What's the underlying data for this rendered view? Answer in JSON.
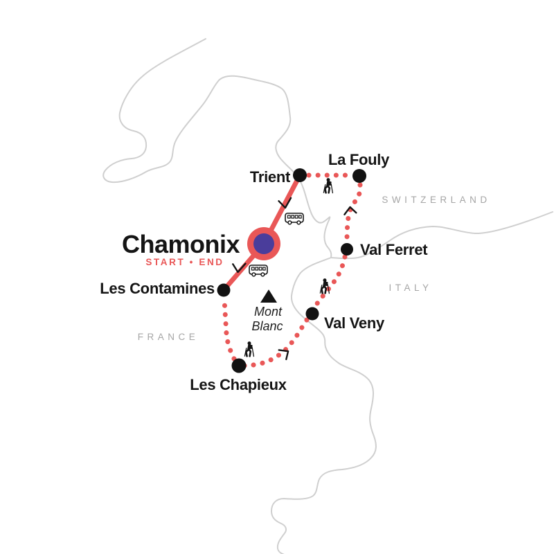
{
  "map": {
    "stops": [
      {
        "name": "Chamonix",
        "role": "start-end",
        "sub_label": "START • END"
      },
      {
        "name": "Trient"
      },
      {
        "name": "La Fouly"
      },
      {
        "name": "Val Ferret"
      },
      {
        "name": "Val Veny"
      },
      {
        "name": "Les Chapieux"
      },
      {
        "name": "Les Contamines"
      }
    ],
    "countries": [
      {
        "name": "SWITZERLAND"
      },
      {
        "name": "ITALY"
      },
      {
        "name": "FRANCE"
      }
    ],
    "peak": {
      "name": "Mont Blanc",
      "line1": "Mont",
      "line2": "Blanc"
    },
    "route_segments": [
      {
        "from": "Chamonix",
        "to": "Trient",
        "mode": "bus",
        "style": "solid"
      },
      {
        "from": "Chamonix",
        "to": "Les Contamines",
        "mode": "bus",
        "style": "solid"
      },
      {
        "from": "Trient",
        "to": "La Fouly",
        "mode": "hiking",
        "style": "dotted"
      },
      {
        "from": "La Fouly",
        "to": "Val Ferret",
        "mode": "hiking",
        "style": "dotted"
      },
      {
        "from": "Val Ferret",
        "to": "Val Veny",
        "mode": "hiking",
        "style": "dotted"
      },
      {
        "from": "Val Veny",
        "to": "Les Chapieux",
        "mode": "hiking",
        "style": "dotted"
      },
      {
        "from": "Les Chapieux",
        "to": "Les Contamines",
        "mode": "hiking",
        "style": "dotted"
      }
    ],
    "colors": {
      "route": "#E95757",
      "marker-inner": "#4A3D9B",
      "stop-dot": "#121212",
      "border": "#CFCFCF",
      "country-label": "#A5A5A5",
      "label": "#151515"
    }
  }
}
